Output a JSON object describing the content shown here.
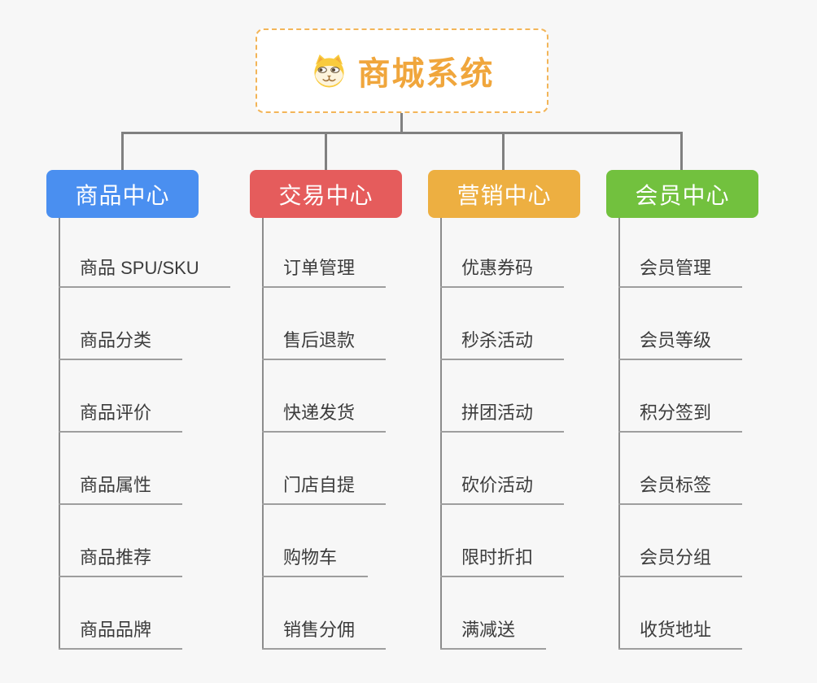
{
  "root": {
    "title": "商城系统",
    "icon": "dog-face-icon"
  },
  "palette": {
    "background": "#f7f7f7",
    "connector": "#808080",
    "underline": "#9e9e9e",
    "child_text": "#3c3c3c",
    "root_text": "#f0a63c",
    "root_border": "#f3b558",
    "branch_text": "#ffffff"
  },
  "branches": [
    {
      "label": "商品中心",
      "color": "#4a8ff0",
      "children": [
        "商品 SPU/SKU",
        "商品分类",
        "商品评价",
        "商品属性",
        "商品推荐",
        "商品品牌"
      ]
    },
    {
      "label": "交易中心",
      "color": "#e55c5c",
      "children": [
        "订单管理",
        "售后退款",
        "快递发货",
        "门店自提",
        "购物车",
        "销售分佣"
      ]
    },
    {
      "label": "营销中心",
      "color": "#edaf41",
      "children": [
        "优惠券码",
        "秒杀活动",
        "拼团活动",
        "砍价活动",
        "限时折扣",
        "满减送"
      ]
    },
    {
      "label": "会员中心",
      "color": "#72c13e",
      "children": [
        "会员管理",
        "会员等级",
        "积分签到",
        "会员标签",
        "会员分组",
        "收货地址"
      ]
    }
  ]
}
